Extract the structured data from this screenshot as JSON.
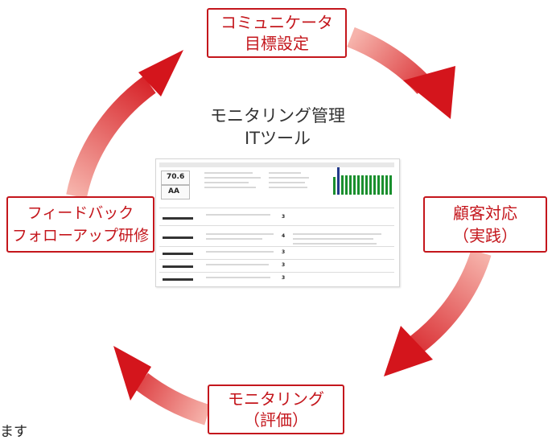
{
  "stages": {
    "top": [
      "コミュニケータ",
      "目標設定"
    ],
    "right": [
      "顧客対応",
      "（実践）"
    ],
    "bottom": [
      "モニタリング",
      "（評価）"
    ],
    "left": [
      "フィードバック",
      "フォローアップ研修"
    ]
  },
  "center": {
    "title_line1": "モニタリング管理",
    "title_line2": "ITツール"
  },
  "tool_screenshot": {
    "score_main": "70.6",
    "grade": "AA",
    "row_scores": [
      "3",
      "4",
      "3",
      "3",
      "3"
    ]
  },
  "colors": {
    "accent": "#c4161c",
    "arrow_light": "#f6b3ab",
    "bar_green": "#1a8f2e",
    "bar_navy": "#223a8a"
  },
  "footer_fragment": "ます"
}
